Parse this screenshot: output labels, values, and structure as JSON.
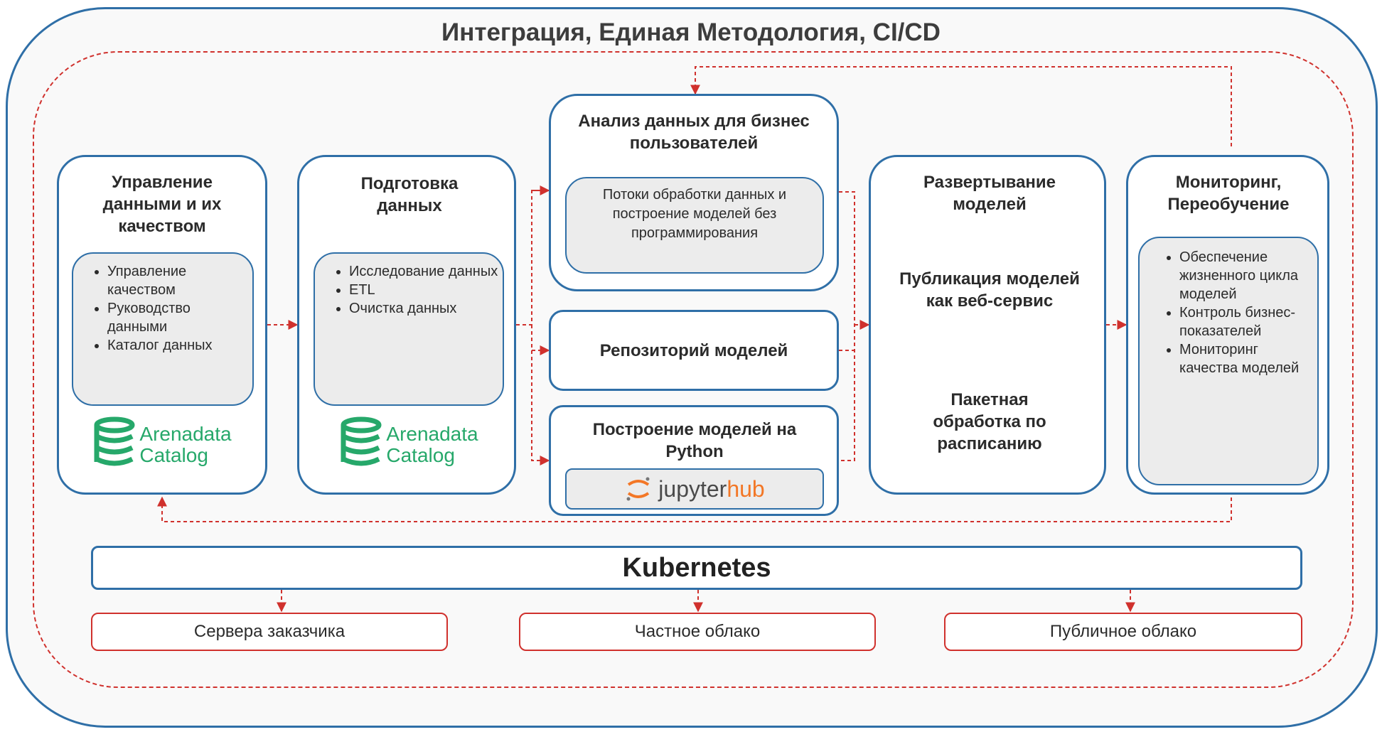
{
  "title": "Интеграция, Единая Методология, CI/CD",
  "blocks": {
    "data_mgmt": {
      "title": "Управление данными и их качеством",
      "items": [
        "Управление качеством",
        "Руководство данными",
        "Каталог данных"
      ],
      "logo_line1": "Arenadata",
      "logo_line2": "Catalog"
    },
    "data_prep": {
      "title": "Подготовка данных",
      "items": [
        "Исследование данных",
        "ETL",
        "Очистка данных"
      ],
      "logo_line1": "Arenadata",
      "logo_line2": "Catalog"
    },
    "business_analysis": {
      "title": "Анализ данных для бизнес пользователей",
      "inner_text": "Потоки обработки данных и построение моделей без программирования"
    },
    "repo": {
      "title": "Репозиторий моделей"
    },
    "python": {
      "title": "Построение моделей на Python",
      "logo_part1": "jupyter",
      "logo_part2": "hub"
    },
    "deploy": {
      "title": "Развертывание моделей",
      "line1": "Публикация моделей как веб-сервис",
      "line2": "Пакетная обработка по расписанию"
    },
    "monitoring": {
      "title": "Мониторинг, Переобучение",
      "items": [
        "Обеспечение жизненного цикла моделей",
        "Контроль бизнес-показателей",
        "Мониторинг качества моделей"
      ]
    }
  },
  "platform": "Kubernetes",
  "targets": [
    "Сервера заказчика",
    "Частное облако",
    "Публичное облако"
  ],
  "colors": {
    "blue": "#2f6fa7",
    "red": "#d0312d",
    "green": "#26a86a",
    "jupyter_orange": "#f37726"
  }
}
